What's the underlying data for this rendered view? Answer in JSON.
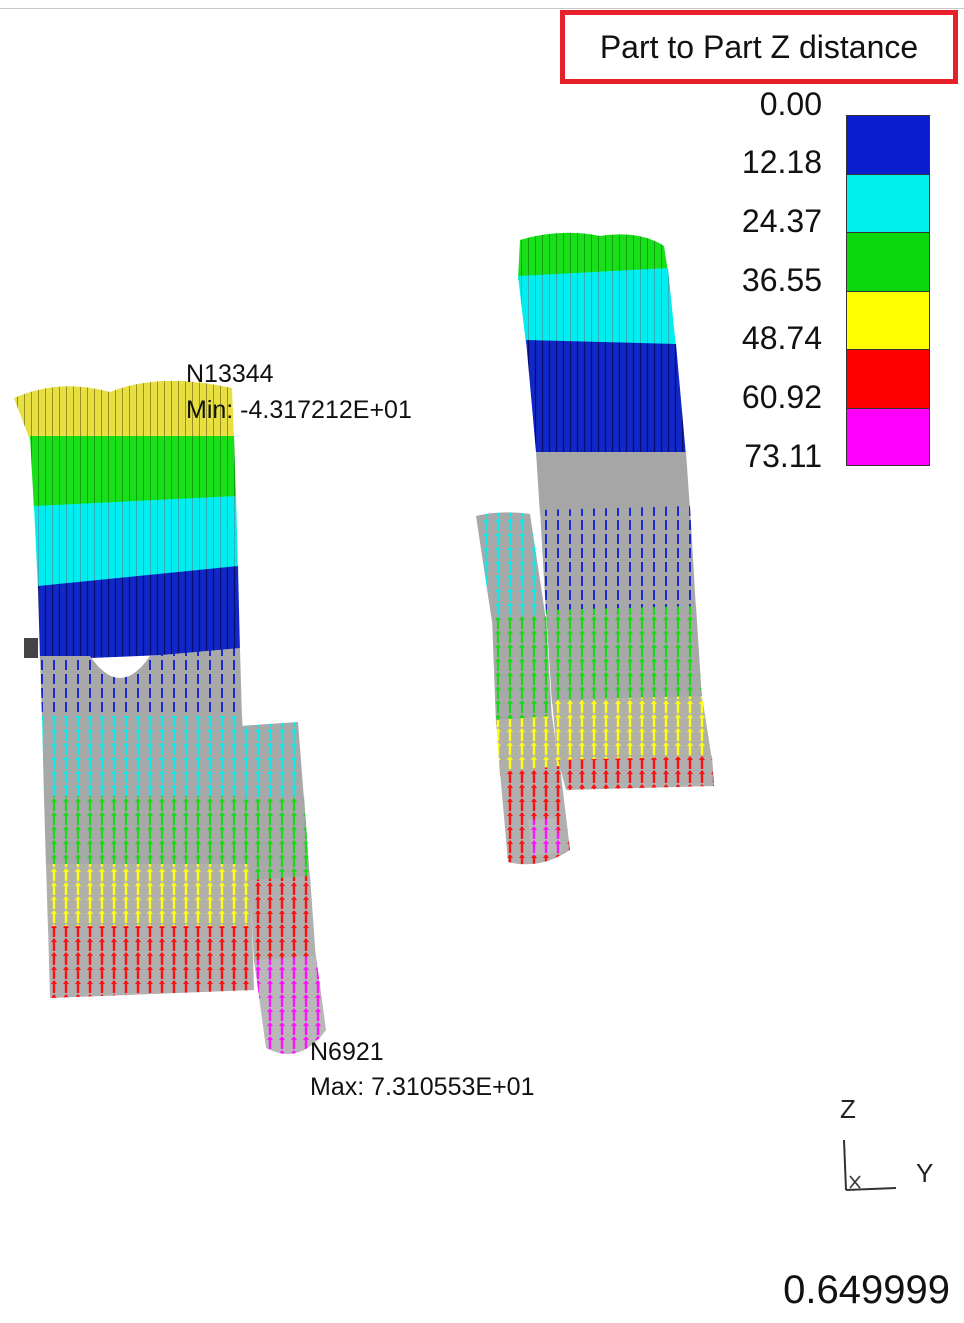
{
  "title": "Part to Part Z distance",
  "legend": {
    "values": [
      "0.00",
      "12.18",
      "24.37",
      "36.55",
      "48.74",
      "60.92",
      "73.11"
    ],
    "colors": [
      "#0a1ed0",
      "#00f0f0",
      "#0ad80a",
      "#ffff00",
      "#ff0000",
      "#ff00ff"
    ]
  },
  "annotations": {
    "min_node": "N13344",
    "min_value": "Min: -4.317212E+01",
    "max_node": "N6921",
    "max_value": "Max: 7.310553E+01"
  },
  "triad": {
    "z": "Z",
    "y": "Y"
  },
  "time_value": "0.649999",
  "icons": {
    "triad": "axis-triad-icon"
  }
}
